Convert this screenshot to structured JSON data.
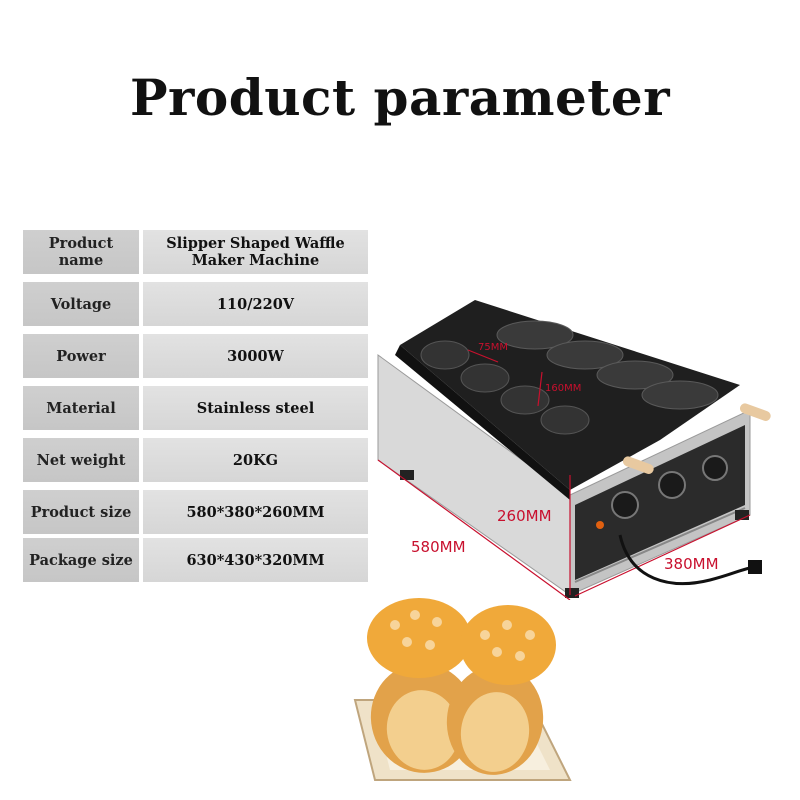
{
  "title": "Product parameter",
  "specs": [
    {
      "label": "Product name",
      "value": "Slipper Shaped Waffle Maker Machine"
    },
    {
      "label": "Voltage",
      "value": "110/220V"
    },
    {
      "label": "Power",
      "value": "3000W"
    },
    {
      "label": "Material",
      "value": "Stainless steel"
    },
    {
      "label": "Net weight",
      "value": "20KG"
    },
    {
      "label": "Product size",
      "value": "580*380*260MM"
    },
    {
      "label": "Package size",
      "value": "630*430*320MM"
    }
  ],
  "dimensions": {
    "mold_width": "75MM",
    "mold_length": "160MM",
    "height": "260MM",
    "length": "580MM",
    "depth": "380MM"
  },
  "colors": {
    "dimension_line": "#c8102e",
    "label_cell": "#c9c9c9",
    "value_cell": "#dcdcdc"
  },
  "icons": [
    "waffle-machine-image",
    "slipper-waffle-image"
  ]
}
